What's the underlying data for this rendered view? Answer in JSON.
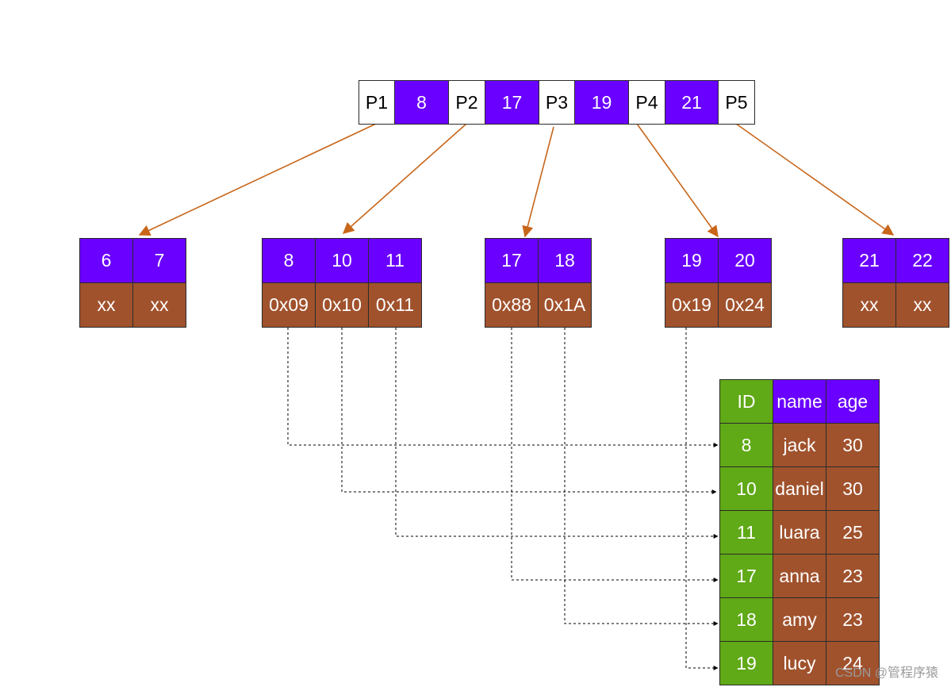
{
  "root": {
    "cells": [
      {
        "text": "P1",
        "kind": "pointer"
      },
      {
        "text": "8",
        "kind": "key"
      },
      {
        "text": "P2",
        "kind": "pointer"
      },
      {
        "text": "17",
        "kind": "key"
      },
      {
        "text": "P3",
        "kind": "pointer"
      },
      {
        "text": "19",
        "kind": "key"
      },
      {
        "text": "P4",
        "kind": "pointer"
      },
      {
        "text": "21",
        "kind": "key"
      },
      {
        "text": "P5",
        "kind": "pointer"
      }
    ]
  },
  "leaves": [
    {
      "keys": [
        "6",
        "7"
      ],
      "values": [
        "xx",
        "xx"
      ]
    },
    {
      "keys": [
        "8",
        "10",
        "11"
      ],
      "values": [
        "0x09",
        "0x10",
        "0x11"
      ]
    },
    {
      "keys": [
        "17",
        "18"
      ],
      "values": [
        "0x88",
        "0x1A"
      ]
    },
    {
      "keys": [
        "19",
        "20"
      ],
      "values": [
        "0x19",
        "0x24"
      ]
    },
    {
      "keys": [
        "21",
        "22"
      ],
      "values": [
        "xx",
        "xx"
      ]
    }
  ],
  "table": {
    "headers": [
      "ID",
      "name",
      "age"
    ],
    "rows": [
      [
        "8",
        "jack",
        "30"
      ],
      [
        "10",
        "daniel",
        "30"
      ],
      [
        "11",
        "luara",
        "25"
      ],
      [
        "17",
        "anna",
        "23"
      ],
      [
        "18",
        "amy",
        "23"
      ],
      [
        "19",
        "lucy",
        "24"
      ]
    ]
  },
  "colors": {
    "key_fill": "#6a00ff",
    "value_fill": "#a0522d",
    "id_fill": "#60a917",
    "tree_arrow": "#c8661a",
    "data_arrow": "#000000"
  },
  "watermark": "CSDN @管程序猿"
}
